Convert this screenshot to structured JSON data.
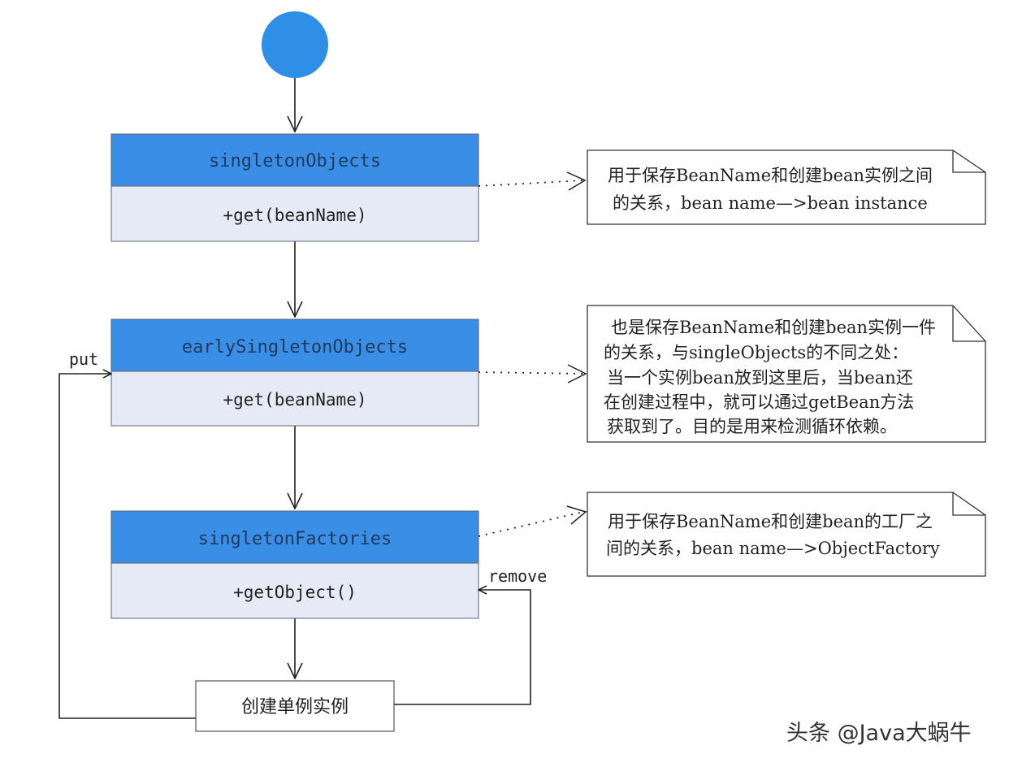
{
  "colors": {
    "start_node": "#2f8fe6",
    "class_header": "#3a8ee6",
    "class_body": "#e6eaf6",
    "border": "#5a6270",
    "line": "#222222"
  },
  "classes": [
    {
      "name": "singletonObjects",
      "method": "+get(beanName)"
    },
    {
      "name": "earlySingletonObjects",
      "method": "+get(beanName)"
    },
    {
      "name": "singletonFactories",
      "method": "+getObject()"
    }
  ],
  "action": {
    "label": "创建单例实例"
  },
  "edge_labels": {
    "put": "put",
    "remove": "remove"
  },
  "notes": [
    {
      "lines": [
        "用于保存BeanName和创建bean实例之间",
        "的关系，bean name—>bean instance"
      ]
    },
    {
      "lines": [
        "也是保存BeanName和创建bean实例一件",
        "的关系，与singleObjects的不同之处：",
        "当一个实例bean放到这里后，当bean还",
        "在创建过程中，就可以通过getBean方法",
        "获取到了。目的是用来检测循环依赖。"
      ]
    },
    {
      "lines": [
        "用于保存BeanName和创建bean的工厂之",
        "间的关系，bean name—>ObjectFactory"
      ]
    }
  ],
  "watermark": "头条 @Java大蜗牛"
}
